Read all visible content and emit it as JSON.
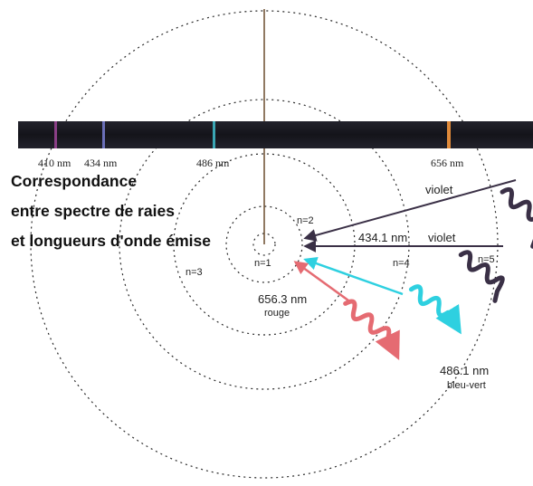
{
  "spectrum": {
    "lines": [
      {
        "label": "410 nm",
        "color": "#8a3f86"
      },
      {
        "label": "434 nm",
        "color": "#6a6fb8"
      },
      {
        "label": "486 nm",
        "color": "#3aa6b4"
      },
      {
        "label": "656 nm",
        "color": "#e08a3a"
      }
    ]
  },
  "title": {
    "line1": "Correspondance",
    "line2": "entre spectre de raies",
    "line3": "et longueurs d'onde émise"
  },
  "levels": {
    "n1": "n=1",
    "n2": "n=2",
    "n3": "n=3",
    "n4": "n=4",
    "n5": "n=5"
  },
  "transitions": {
    "violet_top": {
      "label": "violet",
      "color": "#3a3046"
    },
    "violet_434": {
      "wavelength": "434.1 nm",
      "label": "violet",
      "color": "#3a3046"
    },
    "blue_green": {
      "wavelength": "486.1 nm",
      "label": "bleu-vert",
      "color": "#2ed0e0"
    },
    "red": {
      "wavelength": "656.3 nm",
      "label": "rouge",
      "color": "#e56b72"
    }
  }
}
